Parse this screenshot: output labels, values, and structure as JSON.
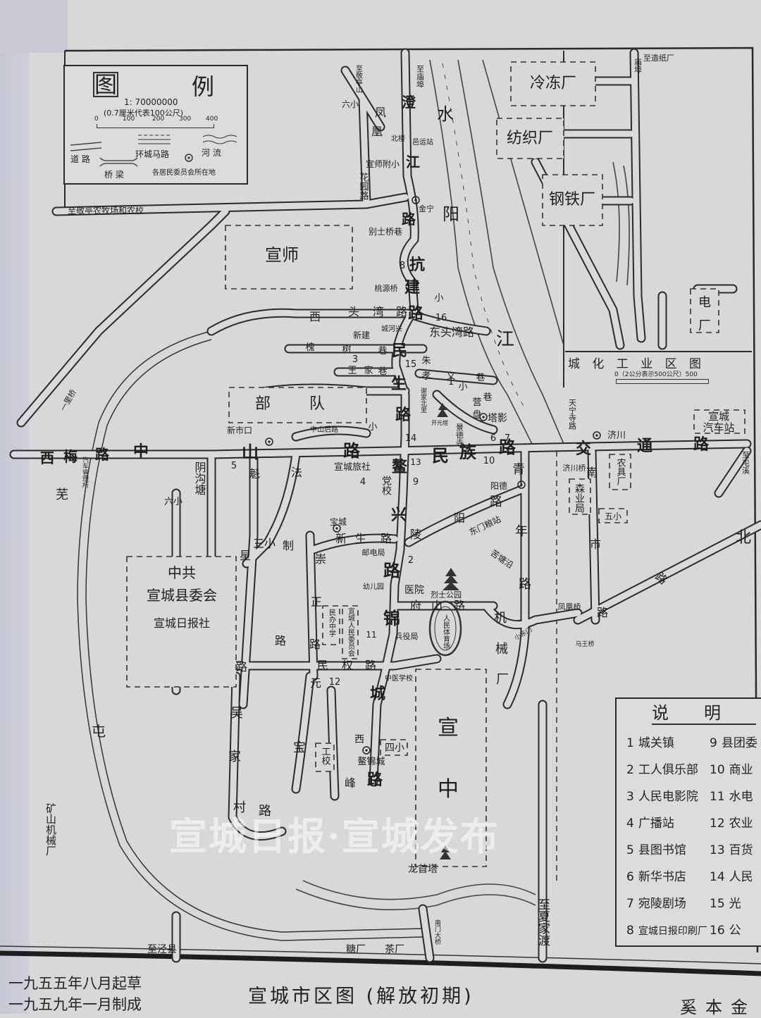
{
  "title": "宣城市区图 (解放初期)",
  "dates": [
    "一九五五年八月起草",
    "一九五九年一月制成"
  ],
  "author": "奚本金",
  "watermark": "宣城日报·宣城发布",
  "legend": {
    "title_left": "图",
    "title_right": "例",
    "scale": "1: 70000000",
    "scale_note": "(0.7厘米代表100公尺)",
    "ticks": [
      "0",
      "100",
      "200",
      "300",
      "400"
    ],
    "items": {
      "road": "道 路",
      "bridge": "桥 梁",
      "ring_road": "环城马路",
      "river": "河 流",
      "committee": "各居民委员会所在地"
    }
  },
  "inset": {
    "title": "城 化 工 业 区 图",
    "scale": "0（2公分表示500公尺）500"
  },
  "explanation": {
    "title": "说明",
    "items": [
      {
        "no": "1",
        "name": "城关镇"
      },
      {
        "no": "2",
        "name": "工人俱乐部"
      },
      {
        "no": "3",
        "name": "人民电影院"
      },
      {
        "no": "4",
        "name": "广播站"
      },
      {
        "no": "5",
        "name": "县图书馆"
      },
      {
        "no": "6",
        "name": "新华书店"
      },
      {
        "no": "7",
        "name": "宛陵剧场"
      },
      {
        "no": "8",
        "name": "宣城日报印刷厂"
      },
      {
        "no": "9",
        "name": "县团委"
      },
      {
        "no": "10",
        "name": "商业"
      },
      {
        "no": "11",
        "name": "水电"
      },
      {
        "no": "12",
        "name": "农业"
      },
      {
        "no": "13",
        "name": "百货"
      },
      {
        "no": "14",
        "name": "人民"
      },
      {
        "no": "15",
        "name": "光"
      },
      {
        "no": "16",
        "name": "公"
      }
    ]
  },
  "map": {
    "labels": [
      "至敬亭山",
      "至庙埠",
      "六小",
      "凤",
      "凰",
      "北楼",
      "邑运站",
      "宣师附小",
      "花园路",
      "澄",
      "江",
      "水",
      "阳",
      "江",
      "金宁",
      "别士桥巷",
      "路",
      "抗",
      "建",
      "路",
      "8",
      "宣师",
      "桃源桥",
      "西",
      "头",
      "湾",
      "路",
      "城河兴",
      "东头湾路",
      "16",
      "小",
      "新建",
      "槐",
      "树",
      "巷",
      "3",
      "王",
      "家",
      "巷",
      "民",
      "生",
      "路",
      "15",
      "朱",
      "孝",
      "义",
      "巷",
      "巷",
      "谢家北里",
      "小",
      "营",
      "盘",
      "塔影",
      "景德寺",
      "开元塔",
      "6",
      "7",
      "1",
      "部",
      "队",
      "小",
      "14",
      "天宁寺路",
      "济川",
      "济川桥",
      "宣城",
      "汽车站",
      "至屯溪",
      "交",
      "通",
      "路",
      "西",
      "梅",
      "路",
      "中",
      "山",
      "路",
      "民",
      "族",
      "路",
      "新市口",
      "中山后路",
      "宣城旅社",
      "鳌",
      "兴",
      "路",
      "13",
      "9",
      "4",
      "党校",
      "10",
      "汽车管理所",
      "5",
      "魁",
      "法",
      "阴沟塘",
      "六小",
      "阳德",
      "青",
      "年",
      "路",
      "路",
      "阳",
      "陵",
      "东门粮站",
      "苦塘沿",
      "森业局",
      "南",
      "市",
      "路",
      "农具厂",
      "五小",
      "宝城",
      "新",
      "生",
      "路",
      "邮电局",
      "三小",
      "制",
      "星",
      "崇",
      "2",
      "中共",
      "宣城县委会",
      "宣城日报社",
      "幼儿园",
      "医院",
      "烈士公园",
      "府",
      "山",
      "路",
      "正",
      "路",
      "路",
      "民办中学",
      "宣城人民委员会",
      "11",
      "兵役局",
      "锦",
      "城",
      "人民体育场",
      "机",
      "械",
      "厂",
      "小东门",
      "凤凰桥",
      "马王桥",
      "北",
      "路",
      "路",
      "民",
      "权",
      "路",
      "元",
      "12",
      "中医学校",
      "吴",
      "家",
      "村",
      "路",
      "宝",
      "西",
      "鳌锦城",
      "峰",
      "路",
      "工校",
      "四小",
      "宣",
      "中",
      "龙首塔",
      "屯",
      "芜",
      "矿山机械厂",
      "一里桥",
      "至敬亭农牧场和农校",
      "至泾县",
      "糖厂",
      "茶厂",
      "南门大桥",
      "至夏家渡",
      "冷冻厂",
      "纺织厂",
      "钢铁厂",
      "电",
      "厂",
      "至造纸厂",
      "庙埠"
    ]
  }
}
